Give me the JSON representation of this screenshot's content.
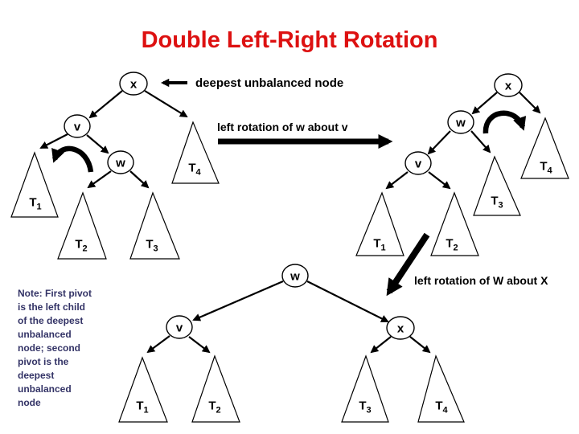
{
  "slide": {
    "title": "Double Left-Right Rotation",
    "title_color": "#dd1111",
    "note_color": "#333366",
    "ink_color": "#000000",
    "background_color": "#ffffff"
  },
  "callouts": {
    "deepest": "deepest unbalanced node",
    "rotation1": "left rotation of w about v",
    "rotation2": "left rotation of W about X"
  },
  "note": {
    "lines": [
      "Note: First pivot",
      "is the left child",
      "of the deepest",
      "unbalanced",
      "node; second",
      "pivot is the",
      "deepest",
      "unbalanced",
      "node"
    ]
  },
  "tree_before": {
    "root": "x",
    "left_child": "v",
    "inner_child": "w",
    "t1": {
      "base": "T",
      "sub": "1"
    },
    "t2": {
      "base": "T",
      "sub": "2"
    },
    "t3": {
      "base": "T",
      "sub": "3"
    },
    "t4": {
      "base": "T",
      "sub": "4"
    }
  },
  "tree_middle": {
    "root": "x",
    "left_child": "w",
    "inner_child": "v",
    "t1": {
      "base": "T",
      "sub": "1"
    },
    "t2": {
      "base": "T",
      "sub": "2"
    },
    "t3": {
      "base": "T",
      "sub": "3"
    },
    "t4": {
      "base": "T",
      "sub": "4"
    }
  },
  "tree_after": {
    "root": "w",
    "left_child": "v",
    "right_child": "x",
    "t1": {
      "base": "T",
      "sub": "1"
    },
    "t2": {
      "base": "T",
      "sub": "2"
    },
    "t3": {
      "base": "T",
      "sub": "3"
    },
    "t4": {
      "base": "T",
      "sub": "4"
    }
  }
}
